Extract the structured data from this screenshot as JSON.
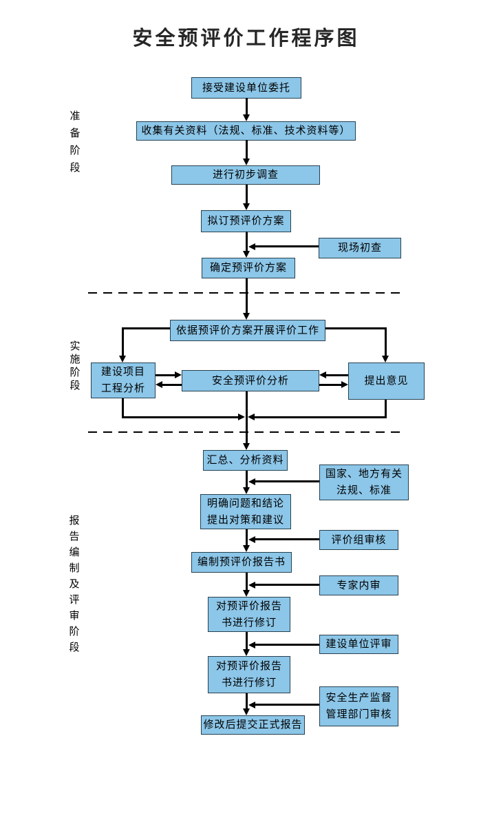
{
  "title": "安全预评价工作程序图",
  "stages": {
    "prep": "准备阶段",
    "impl": "实施阶段",
    "report": "报告编制及评审阶段"
  },
  "nodes": {
    "accept": "接受建设单位委托",
    "collect": "收集有关资料（法规、标准、技术资料等）",
    "survey": "进行初步调查",
    "draft_plan": "拟订预评价方案",
    "site_check": "现场初查",
    "confirm_plan": "确定预评价方案",
    "carry_out": "依据预评价方案开展评价工作",
    "project_analysis": "建设项目\n工程分析",
    "safety_analysis": "安全预评价分析",
    "opinions": "提出意见",
    "summarize": "汇总、分析资料",
    "laws": "国家、地方有关\n法规、标准",
    "clarify": "明确问题和结论\n提出对策和建议",
    "group_review": "评价组审核",
    "compile": "编制预评价报告书",
    "expert_review": "专家内审",
    "revise1": "对预评价报告\n书进行修订",
    "client_review": "建设单位评审",
    "revise2": "对预评价报告\n书进行修订",
    "authority_review": "安全生产监督\n管理部门审核",
    "submit": "修改后提交正式报告"
  },
  "colors": {
    "box_fill": "#8CC6E8",
    "box_border": "#26404F",
    "line": "#000000",
    "background": "#FFFFFF",
    "title_text": "#262626"
  }
}
